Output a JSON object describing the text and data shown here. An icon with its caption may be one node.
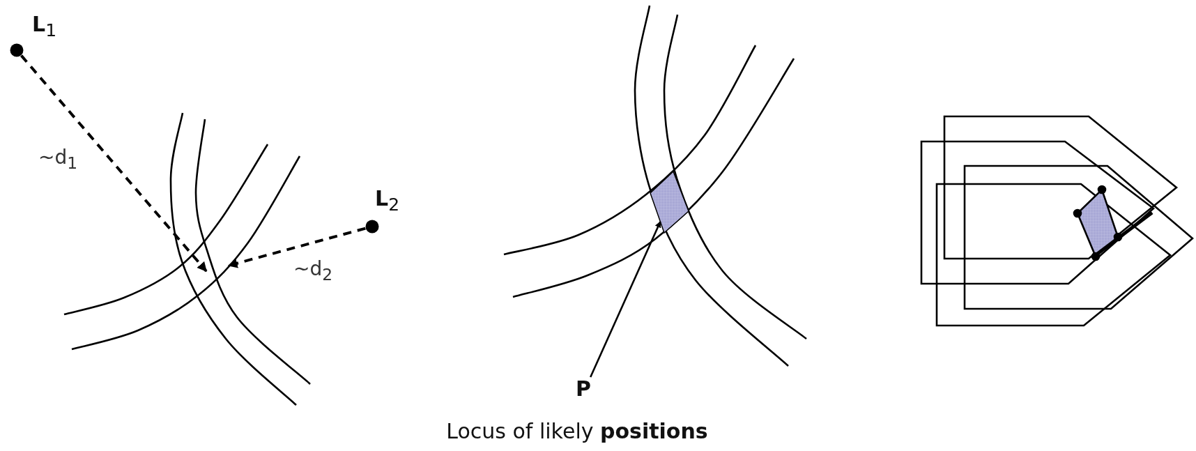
{
  "diagram": {
    "caption": "Locus of likely **positions**",
    "nodes": [
      {
        "text": [
          "**L**$_{1}$"
        ]
      },
      {
        "text": [
          "**L**$_{2}$"
        ]
      },
      {
        "text": [
          "P"
        ]
      },
      {
        "text": [],
        "shape": "box"
      }
    ],
    "edges": [
      {
        "from": 0,
        "to": null,
        "arrow": "to",
        "style": "dashed",
        "label": "~d$_{1}$"
      },
      {
        "from": 1,
        "to": null,
        "arrow": "to",
        "style": "dashed",
        "label": "~d$_{2}$"
      },
      {
        "from": 2,
        "to": 3,
        "arrow": "to"
      }
    ]
  }
}
